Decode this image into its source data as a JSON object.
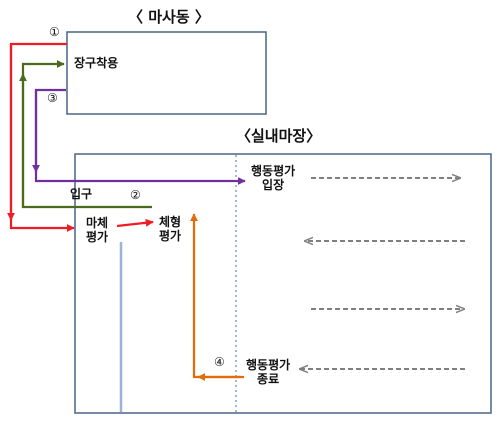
{
  "titles": {
    "stable": "〈 마사동 〉",
    "indoor": "〈실내마장〉"
  },
  "labels": {
    "tack_up": "장구착용",
    "entrance": "입구",
    "horse_body_line1": "마체",
    "horse_body_line2": "평가",
    "rider_body_line1": "체형",
    "rider_body_line2": "평가",
    "behavior_entry_line1": "행동평가",
    "behavior_entry_line2": "입장",
    "behavior_end_line1": "행동평가",
    "behavior_end_line2": "종료"
  },
  "steps": [
    "①",
    "②",
    "③",
    "④"
  ],
  "colors": {
    "box_border": "#4a6385",
    "red": "#ee1c24",
    "green": "#4a6a1e",
    "purple": "#7030a0",
    "orange": "#e36c0a",
    "gray_dashed": "#7f7f7f",
    "divider": "#9db3d6",
    "dotted": "#7f9fcf"
  }
}
